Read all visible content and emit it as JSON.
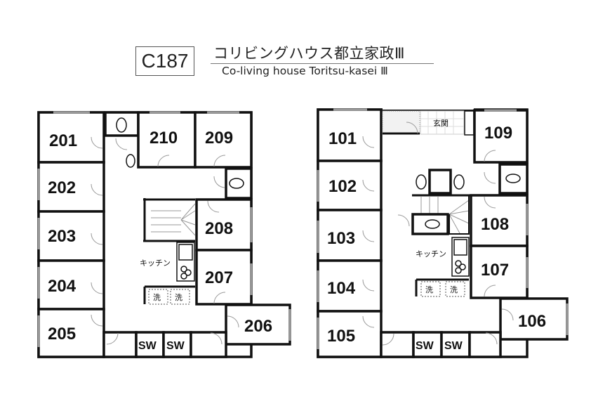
{
  "header": {
    "code": "C187",
    "title_jp": "コリビングハウス都立家政Ⅲ",
    "title_en": "Co-living house Toritsu-kasei Ⅲ"
  },
  "floor2": {
    "rooms": [
      "201",
      "202",
      "203",
      "204",
      "205",
      "206",
      "207",
      "208",
      "209",
      "210"
    ],
    "kitchen": "キッチン",
    "washer": "洗",
    "sw": "SW"
  },
  "floor1": {
    "rooms": [
      "101",
      "102",
      "103",
      "104",
      "105",
      "106",
      "107",
      "108",
      "109"
    ],
    "entrance": "玄関",
    "kitchen": "キッチン",
    "washer": "洗",
    "sw": "SW"
  }
}
